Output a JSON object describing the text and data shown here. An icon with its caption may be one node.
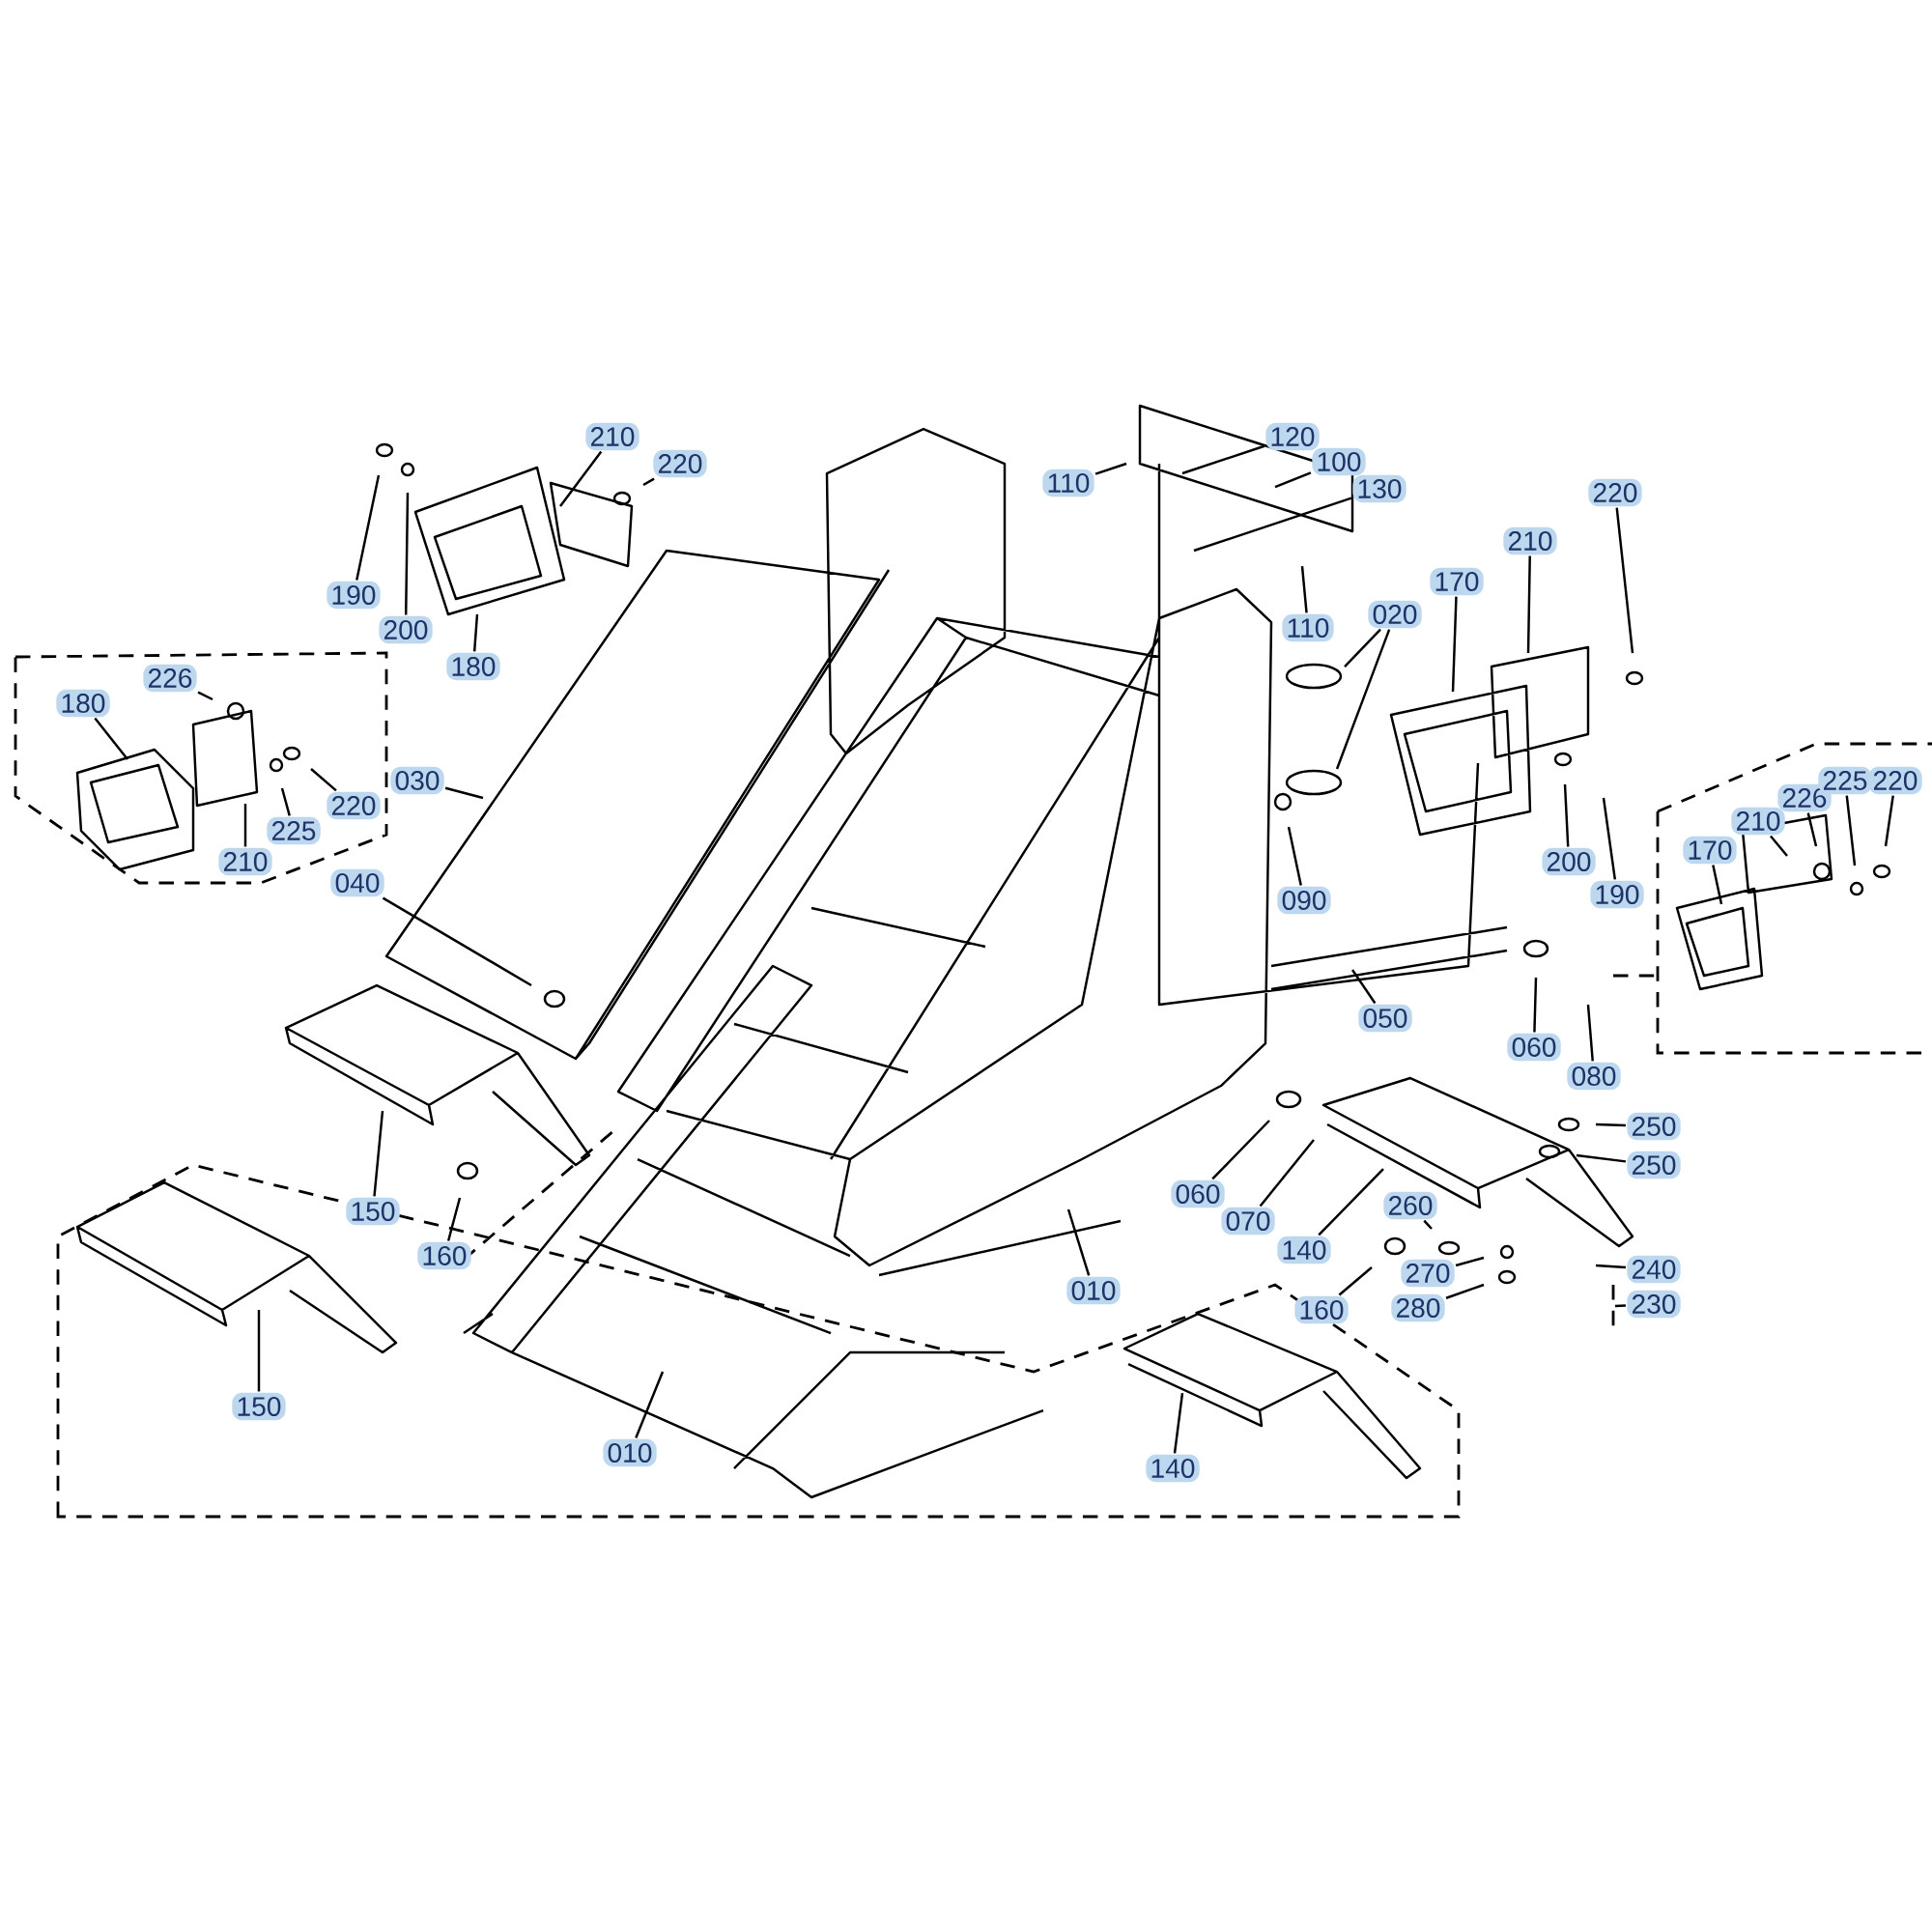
{
  "diagram": {
    "nodes": [
      {
        "text": [
          "210"
        ]
      },
      {
        "text": [
          "220"
        ]
      },
      {
        "text": [
          "190"
        ]
      },
      {
        "text": [
          "200"
        ]
      },
      {
        "text": [
          "180"
        ]
      },
      {
        "text": [
          "226"
        ]
      },
      {
        "text": [
          "180"
        ]
      },
      {
        "text": [
          "220"
        ]
      },
      {
        "text": [
          "225"
        ]
      },
      {
        "text": [
          "210"
        ]
      },
      {
        "text": [
          "030"
        ]
      },
      {
        "text": [
          "040"
        ]
      },
      {
        "text": [
          "110"
        ]
      },
      {
        "text": [
          "120"
        ]
      },
      {
        "text": [
          "100"
        ]
      },
      {
        "text": [
          "130"
        ]
      },
      {
        "text": [
          "110"
        ]
      },
      {
        "text": [
          "020"
        ]
      },
      {
        "text": [
          "170"
        ]
      },
      {
        "text": [
          "210"
        ]
      },
      {
        "text": [
          "220"
        ]
      },
      {
        "text": [
          "200"
        ]
      },
      {
        "text": [
          "190"
        ]
      },
      {
        "text": [
          "090"
        ]
      },
      {
        "text": [
          "210"
        ]
      },
      {
        "text": [
          "226"
        ]
      },
      {
        "text": [
          "225"
        ]
      },
      {
        "text": [
          "220"
        ]
      },
      {
        "text": [
          "170"
        ]
      },
      {
        "text": [
          "050"
        ]
      },
      {
        "text": [
          "060"
        ]
      },
      {
        "text": [
          "080"
        ]
      },
      {
        "text": [
          "060"
        ]
      },
      {
        "text": [
          "070"
        ]
      },
      {
        "text": [
          "140"
        ]
      },
      {
        "text": [
          "250"
        ]
      },
      {
        "text": [
          "250"
        ]
      },
      {
        "text": [
          "260"
        ]
      },
      {
        "text": [
          "160"
        ]
      },
      {
        "text": [
          "270"
        ]
      },
      {
        "text": [
          "280"
        ]
      },
      {
        "text": [
          "240"
        ]
      },
      {
        "text": [
          "230"
        ]
      },
      {
        "text": [
          "150"
        ]
      },
      {
        "text": [
          "160"
        ]
      },
      {
        "text": [
          "150"
        ]
      },
      {
        "text": [
          "010"
        ]
      },
      {
        "text": [
          "010"
        ]
      },
      {
        "text": [
          "140"
        ]
      }
    ],
    "edges": [
      {
        "from": 0,
        "to": null,
        "arrow": "none"
      },
      {
        "from": 1,
        "to": null,
        "arrow": "none"
      },
      {
        "from": 2,
        "to": null,
        "arrow": "none"
      },
      {
        "from": 3,
        "to": null,
        "arrow": "none"
      },
      {
        "from": 4,
        "to": null,
        "arrow": "none"
      },
      {
        "from": 5,
        "to": null,
        "arrow": "none"
      },
      {
        "from": 6,
        "to": null,
        "arrow": "none"
      },
      {
        "from": 7,
        "to": null,
        "arrow": "none"
      },
      {
        "from": 8,
        "to": null,
        "arrow": "none"
      },
      {
        "from": 9,
        "to": null,
        "arrow": "none"
      },
      {
        "from": 10,
        "to": null,
        "arrow": "none"
      },
      {
        "from": 11,
        "to": null,
        "arrow": "none"
      },
      {
        "from": 12,
        "to": null,
        "arrow": "none"
      },
      {
        "from": 13,
        "to": null,
        "arrow": "none"
      },
      {
        "from": 14,
        "to": null,
        "arrow": "none"
      },
      {
        "from": 15,
        "to": null,
        "arrow": "none"
      },
      {
        "from": 16,
        "to": null,
        "arrow": "none"
      },
      {
        "from": 17,
        "to": null,
        "arrow": "none"
      },
      {
        "from": 17,
        "to": null,
        "arrow": "none"
      },
      {
        "from": 18,
        "to": null,
        "arrow": "none"
      },
      {
        "from": 19,
        "to": null,
        "arrow": "none"
      },
      {
        "from": 20,
        "to": null,
        "arrow": "none"
      },
      {
        "from": 21,
        "to": null,
        "arrow": "none"
      },
      {
        "from": 22,
        "to": null,
        "arrow": "none"
      },
      {
        "from": 23,
        "to": null,
        "arrow": "none"
      },
      {
        "from": 24,
        "to": null,
        "arrow": "none"
      },
      {
        "from": 25,
        "to": null,
        "arrow": "none"
      },
      {
        "from": 26,
        "to": null,
        "arrow": "none"
      },
      {
        "from": 27,
        "to": null,
        "arrow": "none"
      },
      {
        "from": 28,
        "to": null,
        "arrow": "none"
      },
      {
        "from": 29,
        "to": null,
        "arrow": "none"
      },
      {
        "from": 30,
        "to": null,
        "arrow": "none"
      },
      {
        "from": 31,
        "to": null,
        "arrow": "none"
      },
      {
        "from": 32,
        "to": null,
        "arrow": "none"
      },
      {
        "from": 33,
        "to": null,
        "arrow": "none"
      },
      {
        "from": 34,
        "to": null,
        "arrow": "none"
      },
      {
        "from": 35,
        "to": null,
        "arrow": "none"
      },
      {
        "from": 36,
        "to": null,
        "arrow": "none"
      },
      {
        "from": 37,
        "to": null,
        "arrow": "none"
      },
      {
        "from": 38,
        "to": null,
        "arrow": "none"
      },
      {
        "from": 39,
        "to": null,
        "arrow": "none"
      },
      {
        "from": 40,
        "to": null,
        "arrow": "none"
      },
      {
        "from": 41,
        "to": null,
        "arrow": "none"
      },
      {
        "from": 42,
        "to": null,
        "arrow": "none"
      },
      {
        "from": 43,
        "to": null,
        "arrow": "none"
      },
      {
        "from": 44,
        "to": null,
        "arrow": "none"
      },
      {
        "from": 45,
        "to": null,
        "arrow": "none"
      },
      {
        "from": 46,
        "to": null,
        "arrow": "none"
      },
      {
        "from": 47,
        "to": null,
        "arrow": "none"
      },
      {
        "from": 48,
        "to": null,
        "arrow": "none"
      }
    ]
  }
}
